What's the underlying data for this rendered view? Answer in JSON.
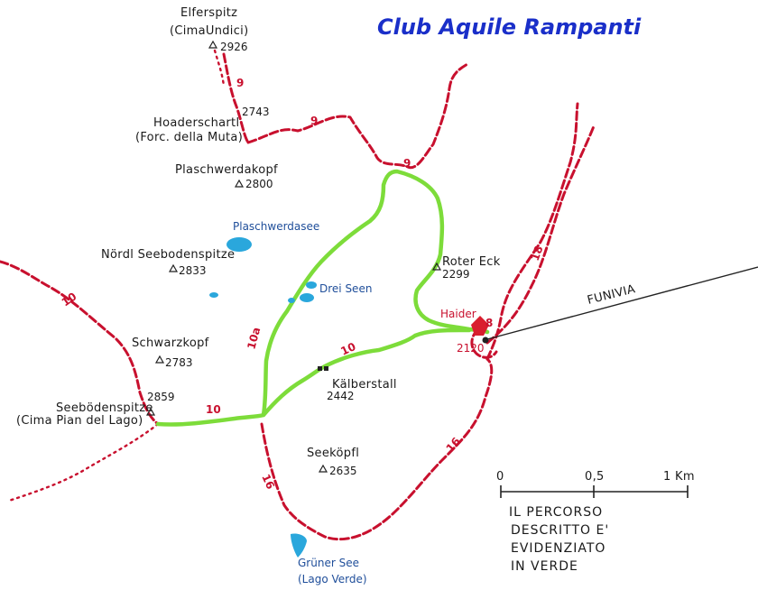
{
  "header": {
    "title": "Club Aquile Rampanti"
  },
  "colors": {
    "trail_red": "#c8102e",
    "route_green": "#7ddc3a",
    "lake_blue": "#2aa7dc",
    "title_blue": "#1a2fc9"
  },
  "peaks": {
    "elferspitz_name": "Elferspitz",
    "elferspitz_alt": "(CimaUndici)",
    "elferspitz_elev": "2926",
    "hoaderscharte_elev": "2743",
    "hoaderscharte_name": "Hoaderschartl",
    "hoaderscharte_alt": "(Forc. della Muta)",
    "plaschwerdakopf_name": "Plaschwerdakopf",
    "plaschwerdakopf_elev": "2800",
    "noerdl_name": "Nördl Seebodenspitze",
    "noerdl_elev": "2833",
    "schwarzkopf_name": "Schwarzkopf",
    "schwarzkopf_elev": "2783",
    "seeboeden_elev": "2859",
    "seeboeden_name": "Seebödenspitze",
    "seeboeden_alt": "(Cima Pian del Lago)",
    "roter_eck_name": "Roter Eck",
    "roter_eck_elev": "2299",
    "kaelberstall_name": "Kälberstall",
    "kaelberstall_elev": "2442",
    "seekoepfl_name": "Seeköpfl",
    "seekoepfl_elev": "2635",
    "haider_name": "Haider",
    "haider_elev": "2120"
  },
  "lakes": {
    "plaschwerdasee": "Plaschwerdasee",
    "drei_seen": "Drei Seen",
    "gruener_see": "Grüner See",
    "lago_verde": "(Lago Verde)"
  },
  "trails": {
    "t9_a": "9",
    "t9_b": "9",
    "t9_c": "9",
    "t10_a": "10",
    "t10_b": "10",
    "t10_c": "10",
    "t10a": "10a",
    "t16_a": "16",
    "t16_b": "16",
    "t18": "18",
    "t8": "8"
  },
  "funivia": "FUNIVIA",
  "scale": {
    "zero": "0",
    "half": "0,5",
    "one": "1 Km"
  },
  "note": {
    "line1": "IL PERCORSO",
    "line2": "DESCRITTO E'",
    "line3": "EVIDENZIATO",
    "line4": "IN VERDE"
  }
}
